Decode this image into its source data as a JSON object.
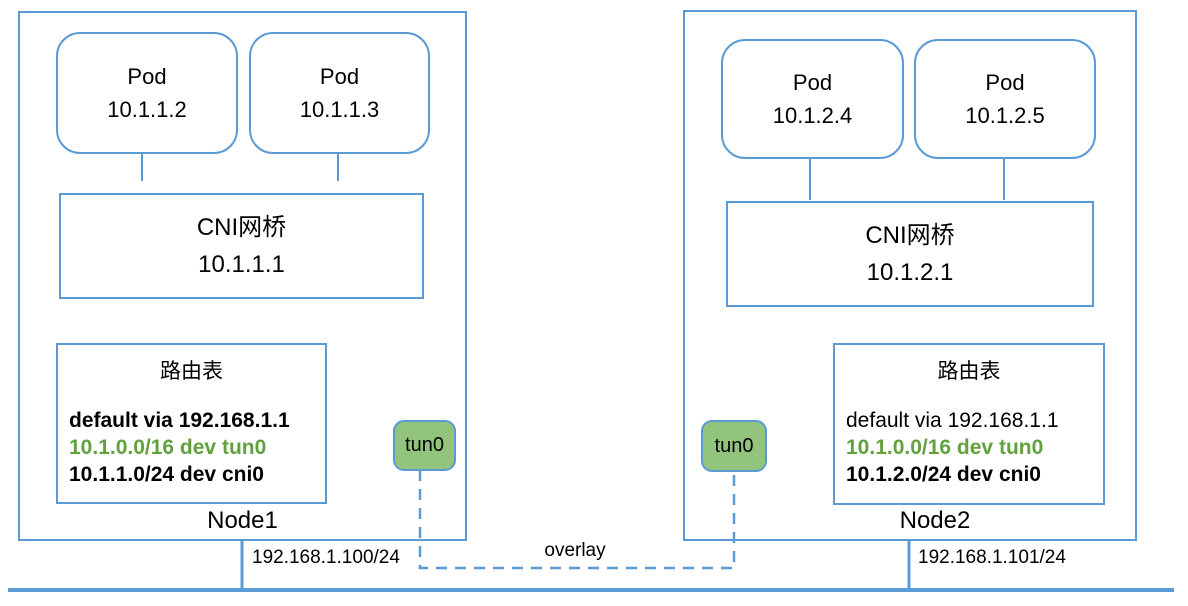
{
  "colors": {
    "box_border_blue": "#5B9BD5",
    "physical_network_line_blue": "#5B9BD5",
    "overlay_dashed_blue": "#5B9BD5",
    "tun_badge_green_fill": "#93C47D",
    "route_highlight_green": "#61A13E",
    "text_black": "#000000"
  },
  "nodes": [
    {
      "label": "Node1",
      "pods": [
        {
          "name": "Pod",
          "ip": "10.1.1.2"
        },
        {
          "name": "Pod",
          "ip": "10.1.1.3"
        }
      ],
      "bridge": {
        "name": "CNI网桥",
        "ip": "10.1.1.1"
      },
      "route_table": {
        "title": "路由表",
        "routes": [
          {
            "text": "default via 192.168.1.1",
            "highlight": false
          },
          {
            "text": "10.1.0.0/16 dev tun0",
            "highlight": true
          },
          {
            "text": "10.1.1.0/24 dev cni0",
            "highlight": false
          }
        ]
      },
      "tunnel_interface": "tun0",
      "host_ip": "192.168.1.100/24"
    },
    {
      "label": "Node2",
      "pods": [
        {
          "name": "Pod",
          "ip": "10.1.2.4"
        },
        {
          "name": "Pod",
          "ip": "10.1.2.5"
        }
      ],
      "bridge": {
        "name": "CNI网桥",
        "ip": "10.1.2.1"
      },
      "route_table": {
        "title": "路由表",
        "routes": [
          {
            "text": "default via 192.168.1.1",
            "highlight": false
          },
          {
            "text": "10.1.0.0/16 dev tun0",
            "highlight": true
          },
          {
            "text": "10.1.2.0/24 dev cni0",
            "highlight": false
          }
        ]
      },
      "tunnel_interface": "tun0",
      "host_ip": "192.168.1.101/24"
    }
  ],
  "overlay_link_label": "overlay"
}
